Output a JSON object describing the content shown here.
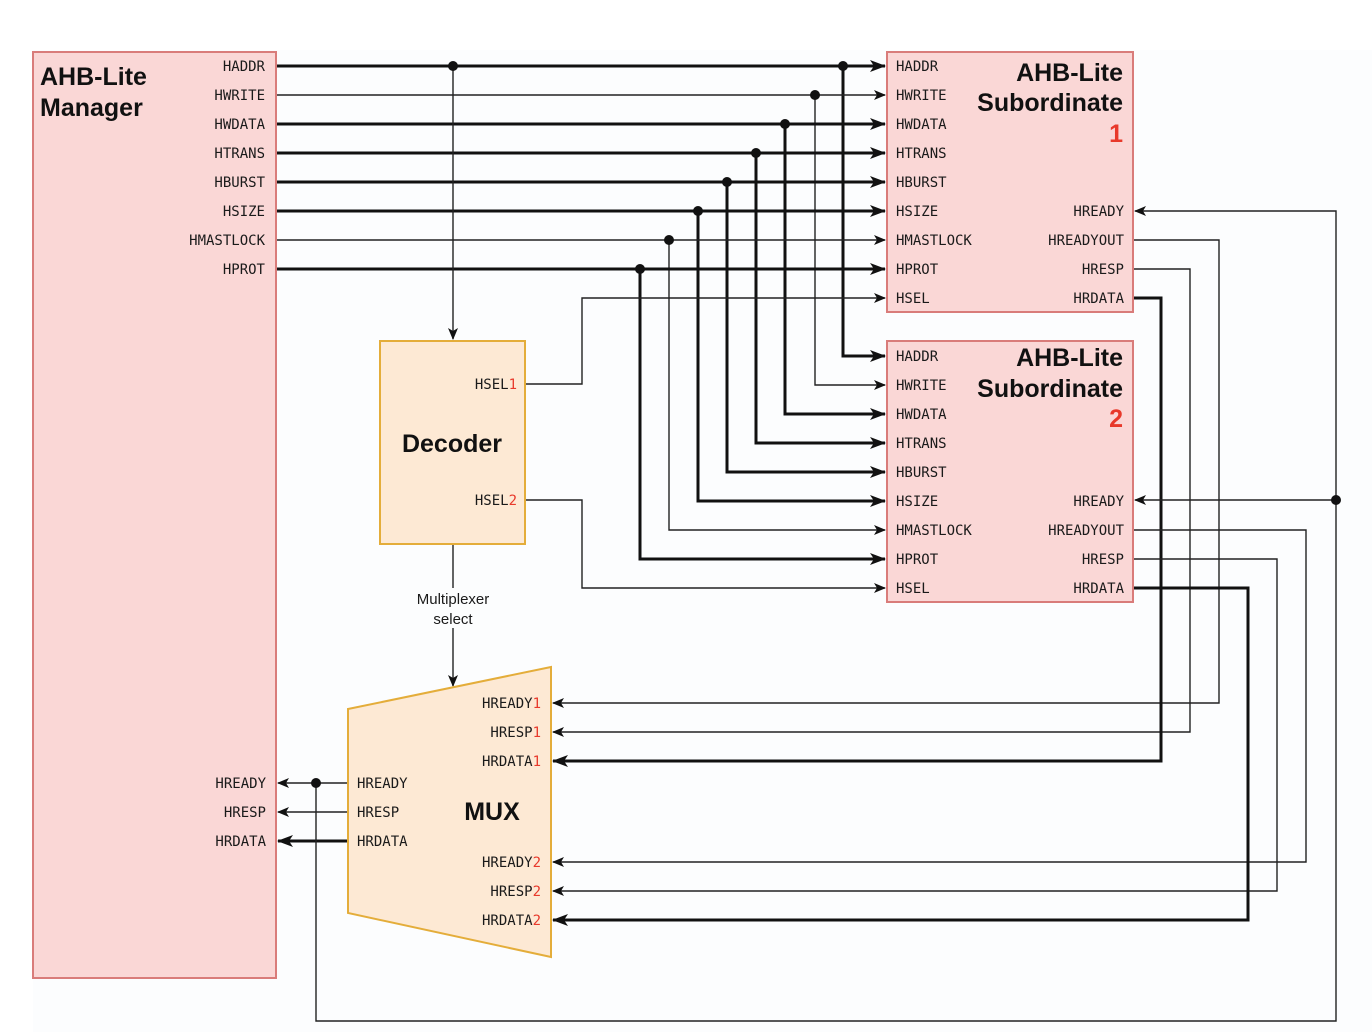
{
  "diagram": {
    "manager": {
      "title_line1": "AHB-Lite",
      "title_line2": "Manager",
      "outputs": [
        "HADDR",
        "HWRITE",
        "HWDATA",
        "HTRANS",
        "HBURST",
        "HSIZE",
        "HMASTLOCK",
        "HPROT"
      ],
      "inputs": [
        "HREADY",
        "HRESP",
        "HRDATA"
      ]
    },
    "subordinates": [
      {
        "title_line1": "AHB-Lite",
        "title_line2": "Subordinate",
        "number": "1",
        "inputs": [
          "HADDR",
          "HWRITE",
          "HWDATA",
          "HTRANS",
          "HBURST",
          "HSIZE",
          "HMASTLOCK",
          "HPROT",
          "HSEL"
        ],
        "outputs": [
          "HREADY",
          "HREADYOUT",
          "HRESP",
          "HRDATA"
        ]
      },
      {
        "title_line1": "AHB-Lite",
        "title_line2": "Subordinate",
        "number": "2",
        "inputs": [
          "HADDR",
          "HWRITE",
          "HWDATA",
          "HTRANS",
          "HBURST",
          "HSIZE",
          "HMASTLOCK",
          "HPROT",
          "HSEL"
        ],
        "outputs": [
          "HREADY",
          "HREADYOUT",
          "HRESP",
          "HRDATA"
        ]
      }
    ],
    "decoder": {
      "title": "Decoder",
      "outputs": [
        {
          "base": "HSEL",
          "index": "1"
        },
        {
          "base": "HSEL",
          "index": "2"
        }
      ]
    },
    "mux": {
      "title": "MUX",
      "inputs": [
        {
          "base": "HREADY",
          "index": "1"
        },
        {
          "base": "HRESP",
          "index": "1"
        },
        {
          "base": "HRDATA",
          "index": "1"
        },
        {
          "base": "HREADY",
          "index": "2"
        },
        {
          "base": "HRESP",
          "index": "2"
        },
        {
          "base": "HRDATA",
          "index": "2"
        }
      ],
      "outputs": [
        "HREADY",
        "HRESP",
        "HRDATA"
      ]
    },
    "annotations": {
      "mux_select_line1": "Multiplexer",
      "mux_select_line2": "select"
    },
    "bus_signals_thick": [
      "HADDR",
      "HWDATA",
      "HTRANS",
      "HBURST",
      "HSIZE",
      "HPROT",
      "HRDATA"
    ],
    "colors": {
      "manager_fill": "#fad7d6",
      "manager_stroke": "#d97c7a",
      "block_fill": "#fde9d4",
      "block_stroke": "#e4ad3a",
      "index_accent": "#e8392b"
    }
  }
}
